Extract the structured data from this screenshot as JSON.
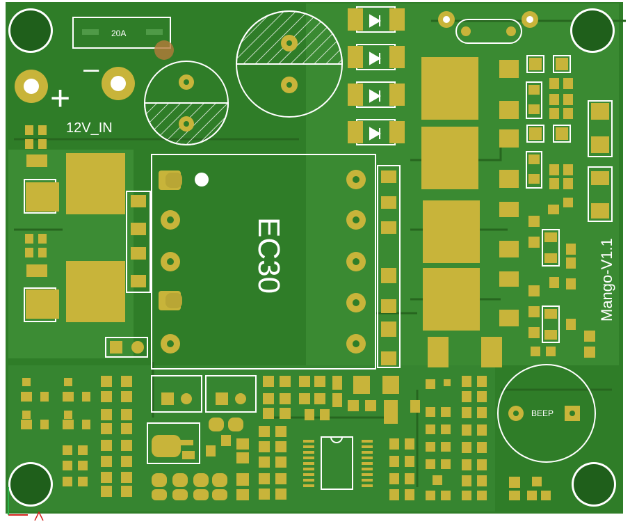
{
  "board": {
    "colors": {
      "background": "#ffffff",
      "substrate": "#2f7d28",
      "copper_pour": "#3c8c34",
      "trace": "#2b6f25",
      "pad": "#c8b43a",
      "silkscreen": "#ffffff",
      "hole": "#ffffff",
      "mount_hole_fill": "#1f5f1b",
      "axis_x": "#d0201a",
      "axis_y": "#2db34a"
    },
    "labels": {
      "fuse": "20A",
      "power_input": "12V_IN",
      "polarity_minus": "–",
      "polarity_plus": "+",
      "module": "EC30",
      "buzzer": "BEEP",
      "version": "Mango-V1.1"
    },
    "icons": {
      "diode_symbol": "diode-icon",
      "axis_origin": "axis-origin-icon"
    }
  }
}
